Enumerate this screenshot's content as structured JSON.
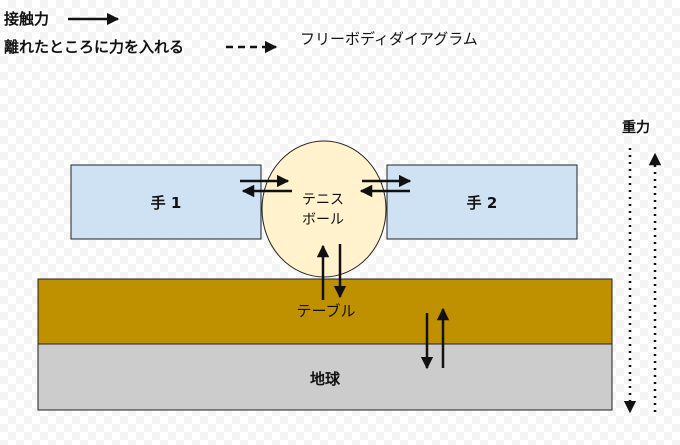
{
  "legend": {
    "contact_force": "接触力",
    "applied_force": "離れたところに力を入れる"
  },
  "title": "フリーボディダイアグラム",
  "gravity_label": "重力",
  "nodes": {
    "hand1": "手 1",
    "hand2": "手 2",
    "ball_line1": "テニス",
    "ball_line2": "ボール",
    "table": "テーブル",
    "earth": "地球"
  },
  "colors": {
    "hand_fill": "#cfe2f3",
    "ball_fill": "#fff2cc",
    "table_fill": "#bf9000",
    "earth_fill": "#cccccc",
    "stroke": "#222222"
  }
}
